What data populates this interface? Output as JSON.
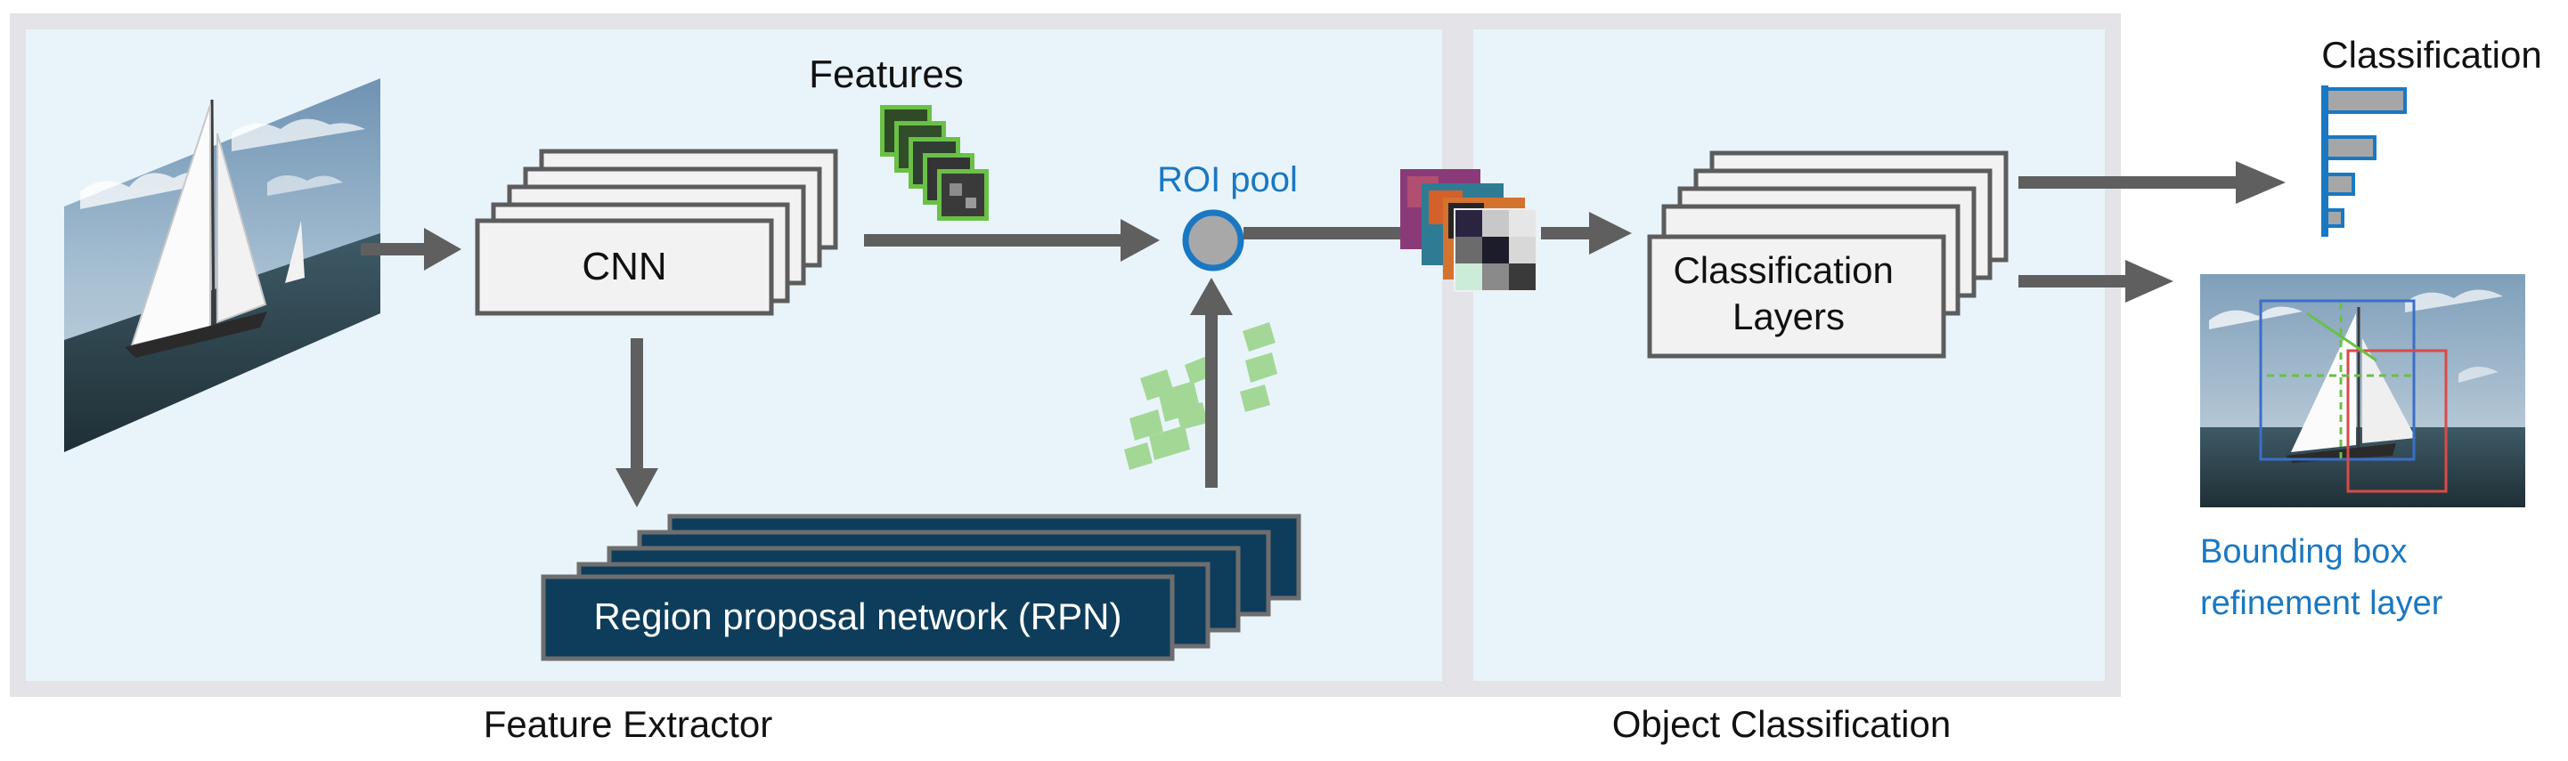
{
  "panels": {
    "feature_extractor": {
      "label": "Feature Extractor"
    },
    "object_classification": {
      "label": "Object Classification"
    }
  },
  "nodes": {
    "cnn": "CNN",
    "features": "Features",
    "roi_pool": "ROI pool",
    "rpn": "Region proposal network (RPN)",
    "classification_layers": [
      "Classification",
      "Layers"
    ]
  },
  "outputs": {
    "classification": "Classification",
    "bbox_refinement": [
      "Bounding box",
      "refinement layer"
    ]
  },
  "colors": {
    "panel_fill": "#e9f4fa",
    "panel_border": "#e3e3e8",
    "arrow": "#5f5f5f",
    "box_fill": "#f2f2f2",
    "box_border": "#5c5c5c",
    "rpn_fill": "#0e3d5b",
    "accent_blue": "#1a78c2",
    "feature_green": "#6bc046",
    "bbox_blue": "#3a6fc8",
    "bbox_red": "#d94a4a"
  }
}
